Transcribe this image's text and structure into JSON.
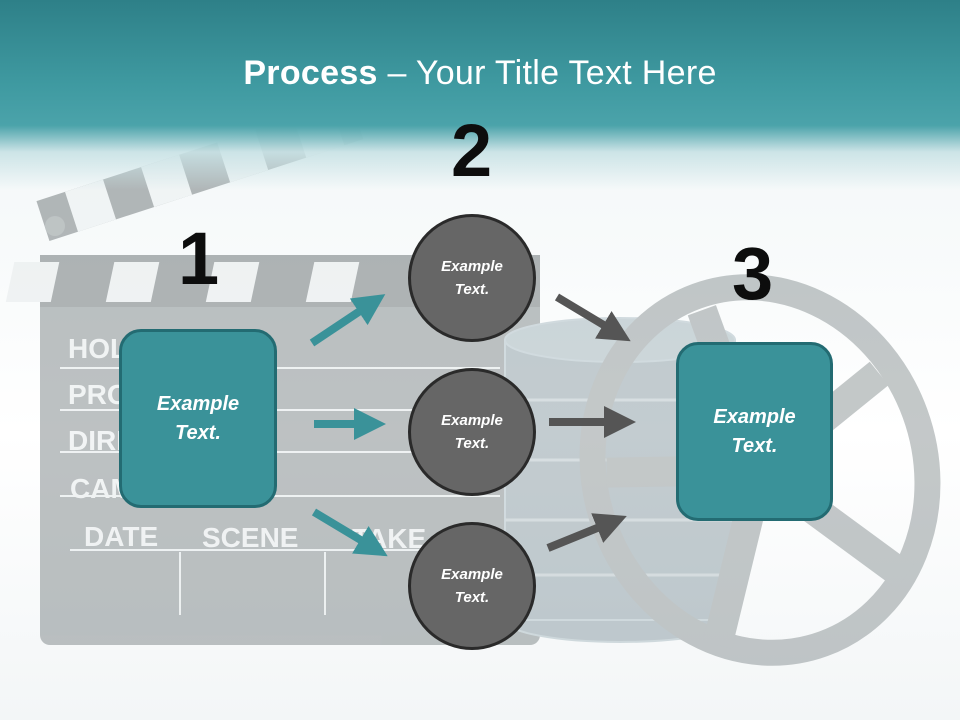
{
  "title": {
    "bold": "Process",
    "rest": " – Your Title Text Here"
  },
  "steps": [
    {
      "number": "1",
      "text": "Example\nText."
    },
    {
      "number": "2",
      "circles": [
        "Example\nText.",
        "Example\nText.",
        "Example\nText."
      ]
    },
    {
      "number": "3",
      "text": "Example\nText."
    }
  ],
  "background_labels": [
    "HOLI",
    "PRO",
    "DIRE",
    "CAM",
    "DATE",
    "SCENE",
    "TAKE"
  ],
  "colors": {
    "header": "#3f9aa1",
    "box": "#3a9299",
    "box_border": "#236b72",
    "circle": "#666666",
    "teal_arrow": "#3a9299",
    "gray_arrow": "#555555"
  }
}
